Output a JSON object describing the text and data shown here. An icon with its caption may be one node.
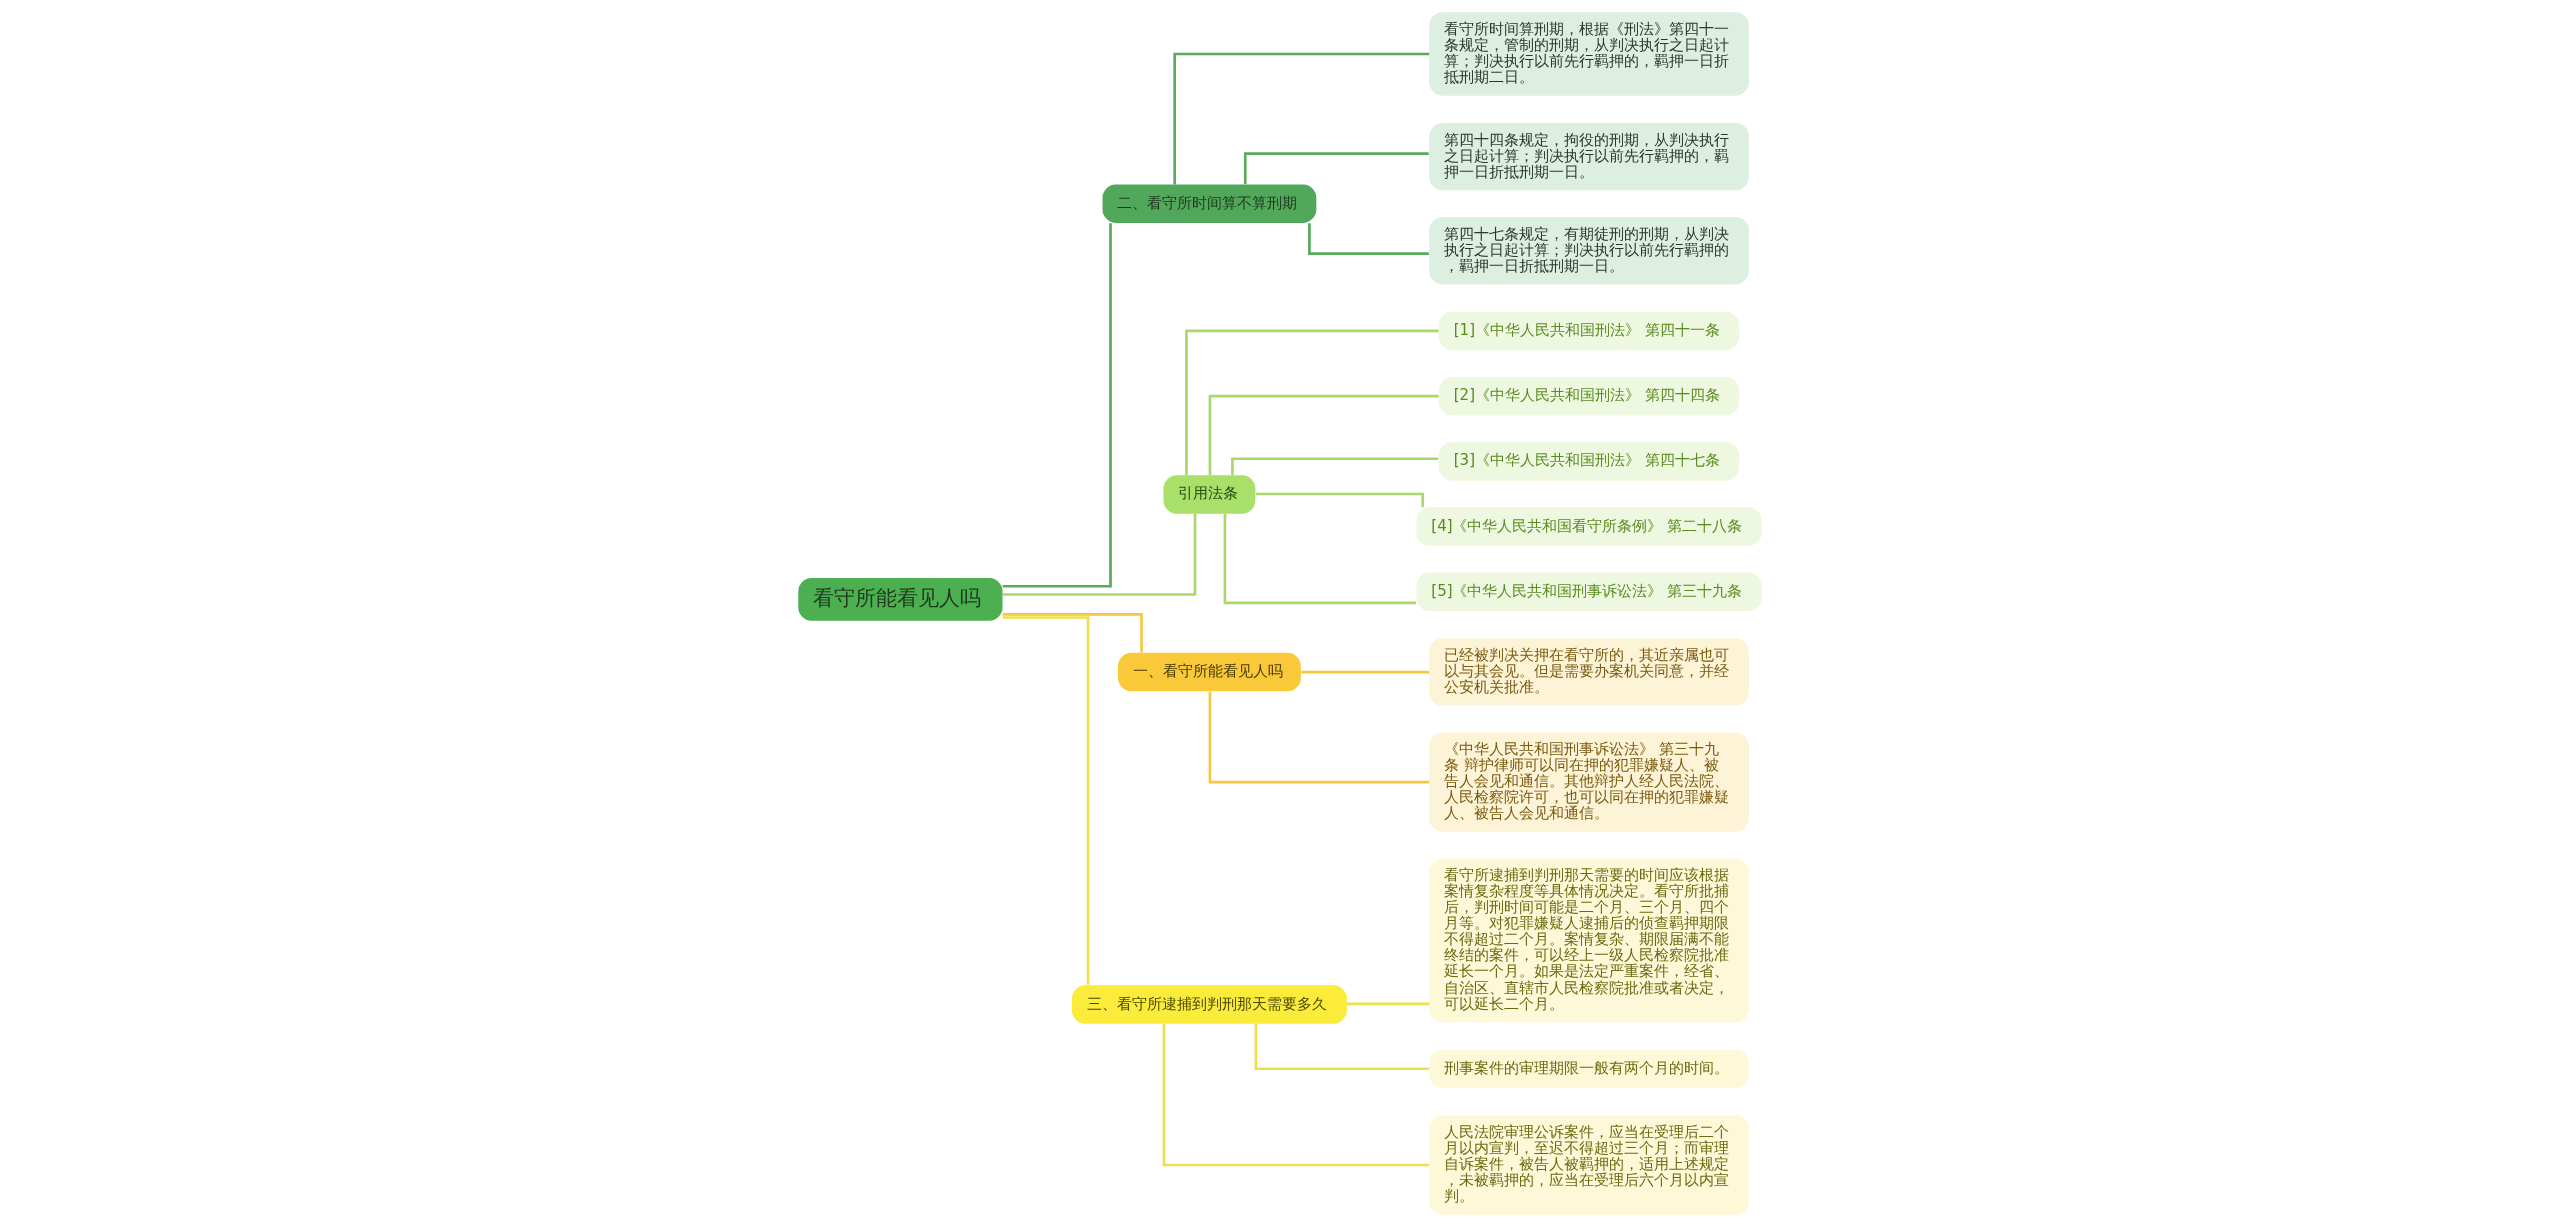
{
  "diagram": {
    "nodes": [
      {
        "text": [
          "看守所能看见人吗"
        ]
      },
      {
        "text": [
          "二、看守所时间算不算刑期"
        ]
      },
      {
        "text": [
          "看守所时间算刑期，根据《刑法》第四十一条规定，管制的刑期，从判决执行之日起计算；判决执行以前先行羁押的，羁押一日折抵刑期二日。"
        ]
      },
      {
        "text": [
          "第四十四条规定，拘役的刑期，从判决执行之日起计算；判决执行以前先行羁押的，羁押一日折抵刑期一日。"
        ]
      },
      {
        "text": [
          "第四十七条规定，有期徒刑的刑期，从判决执行之日起计算；判决执行以前先行羁押的，羁押一日折抵刑期一日。"
        ]
      },
      {
        "text": [
          "引用法条"
        ]
      },
      {
        "text": [
          "[1]《中华人民共和国刑法》 第四十一条"
        ]
      },
      {
        "text": [
          "[2]《中华人民共和国刑法》 第四十四条"
        ]
      },
      {
        "text": [
          "[3]《中华人民共和国刑法》 第四十七条"
        ]
      },
      {
        "text": [
          "[4]《中华人民共和国看守所条例》 第二十八条"
        ]
      },
      {
        "text": [
          "[5]《中华人民共和国刑事诉讼法》 第三十九条"
        ]
      },
      {
        "text": [
          "一、看守所能看见人吗"
        ]
      },
      {
        "text": [
          "已经被判决关押在看守所的，其近亲属也可以与其会见。但是需要办案机关同意，并经公安机关批准。"
        ]
      },
      {
        "text": [
          "《中华人民共和国刑事诉讼法》 第三十九条 辩护律师可以同在押的犯罪嫌疑人、被告人会见和通信。其他辩护人经人民法院、人民检察院许可，也可以同在押的犯罪嫌疑人、被告人会见和通信。"
        ]
      },
      {
        "text": [
          "三、看守所逮捕到判刑那天需要多久"
        ]
      },
      {
        "text": [
          "看守所逮捕到判刑那天需要的时间应该根据案情复杂程度等具体情况决定。看守所批捕后，判刑时间可能是二个月、三个月、四个月等。对犯罪嫌疑人逮捕后的侦查羁押期限不得超过二个月。案情复杂、期限届满不能终结的案件，可以经上一级人民检察院批准延长一个月。如果是法定严重案件，经省、自治区、直辖市人民检察院批准或者决定，可以延长二个月。"
        ]
      },
      {
        "text": [
          "刑事案件的审理期限一般有两个月的时间。"
        ]
      },
      {
        "text": [
          "人民法院审理公诉案件，应当在受理后二个月以内宣判，至迟不得超过三个月；而审理自诉案件，被告人被羁押的，适用上述规定，未被羁押的，应当在受理后六个月以内宣判。"
        ]
      }
    ],
    "edges": [
      {
        "from": 0,
        "to": 1,
        "arrow": "none",
        "color": "#5aaa5e"
      },
      {
        "from": 1,
        "to": 2,
        "arrow": "none",
        "color": "#5aaa5e"
      },
      {
        "from": 1,
        "to": 3,
        "arrow": "none",
        "color": "#5aaa5e"
      },
      {
        "from": 1,
        "to": 4,
        "arrow": "none",
        "color": "#5aaa5e"
      },
      {
        "from": 0,
        "to": 5,
        "arrow": "none"
      },
      {
        "from": 5,
        "to": 6,
        "arrow": "none"
      },
      {
        "from": 5,
        "to": 7,
        "arrow": "none"
      },
      {
        "from": 5,
        "to": 8,
        "arrow": "none"
      },
      {
        "from": 5,
        "to": 9,
        "arrow": "none"
      },
      {
        "from": 5,
        "to": 10,
        "arrow": "none"
      },
      {
        "from": 0,
        "to": 11,
        "arrow": "none",
        "color": "#f5c842"
      },
      {
        "from": 11,
        "to": 12,
        "arrow": "none",
        "color": "#f5c842"
      },
      {
        "from": 11,
        "to": 13,
        "arrow": "none",
        "color": "#f5c842"
      },
      {
        "from": 0,
        "to": 14,
        "arrow": "none",
        "color": "#eee04a"
      },
      {
        "from": 14,
        "to": 15,
        "arrow": "none",
        "color": "#eee04a"
      },
      {
        "from": 14,
        "to": 16,
        "arrow": "none",
        "color": "#eee04a"
      },
      {
        "from": 14,
        "to": 17,
        "arrow": "none",
        "color": "#eee04a"
      }
    ]
  }
}
